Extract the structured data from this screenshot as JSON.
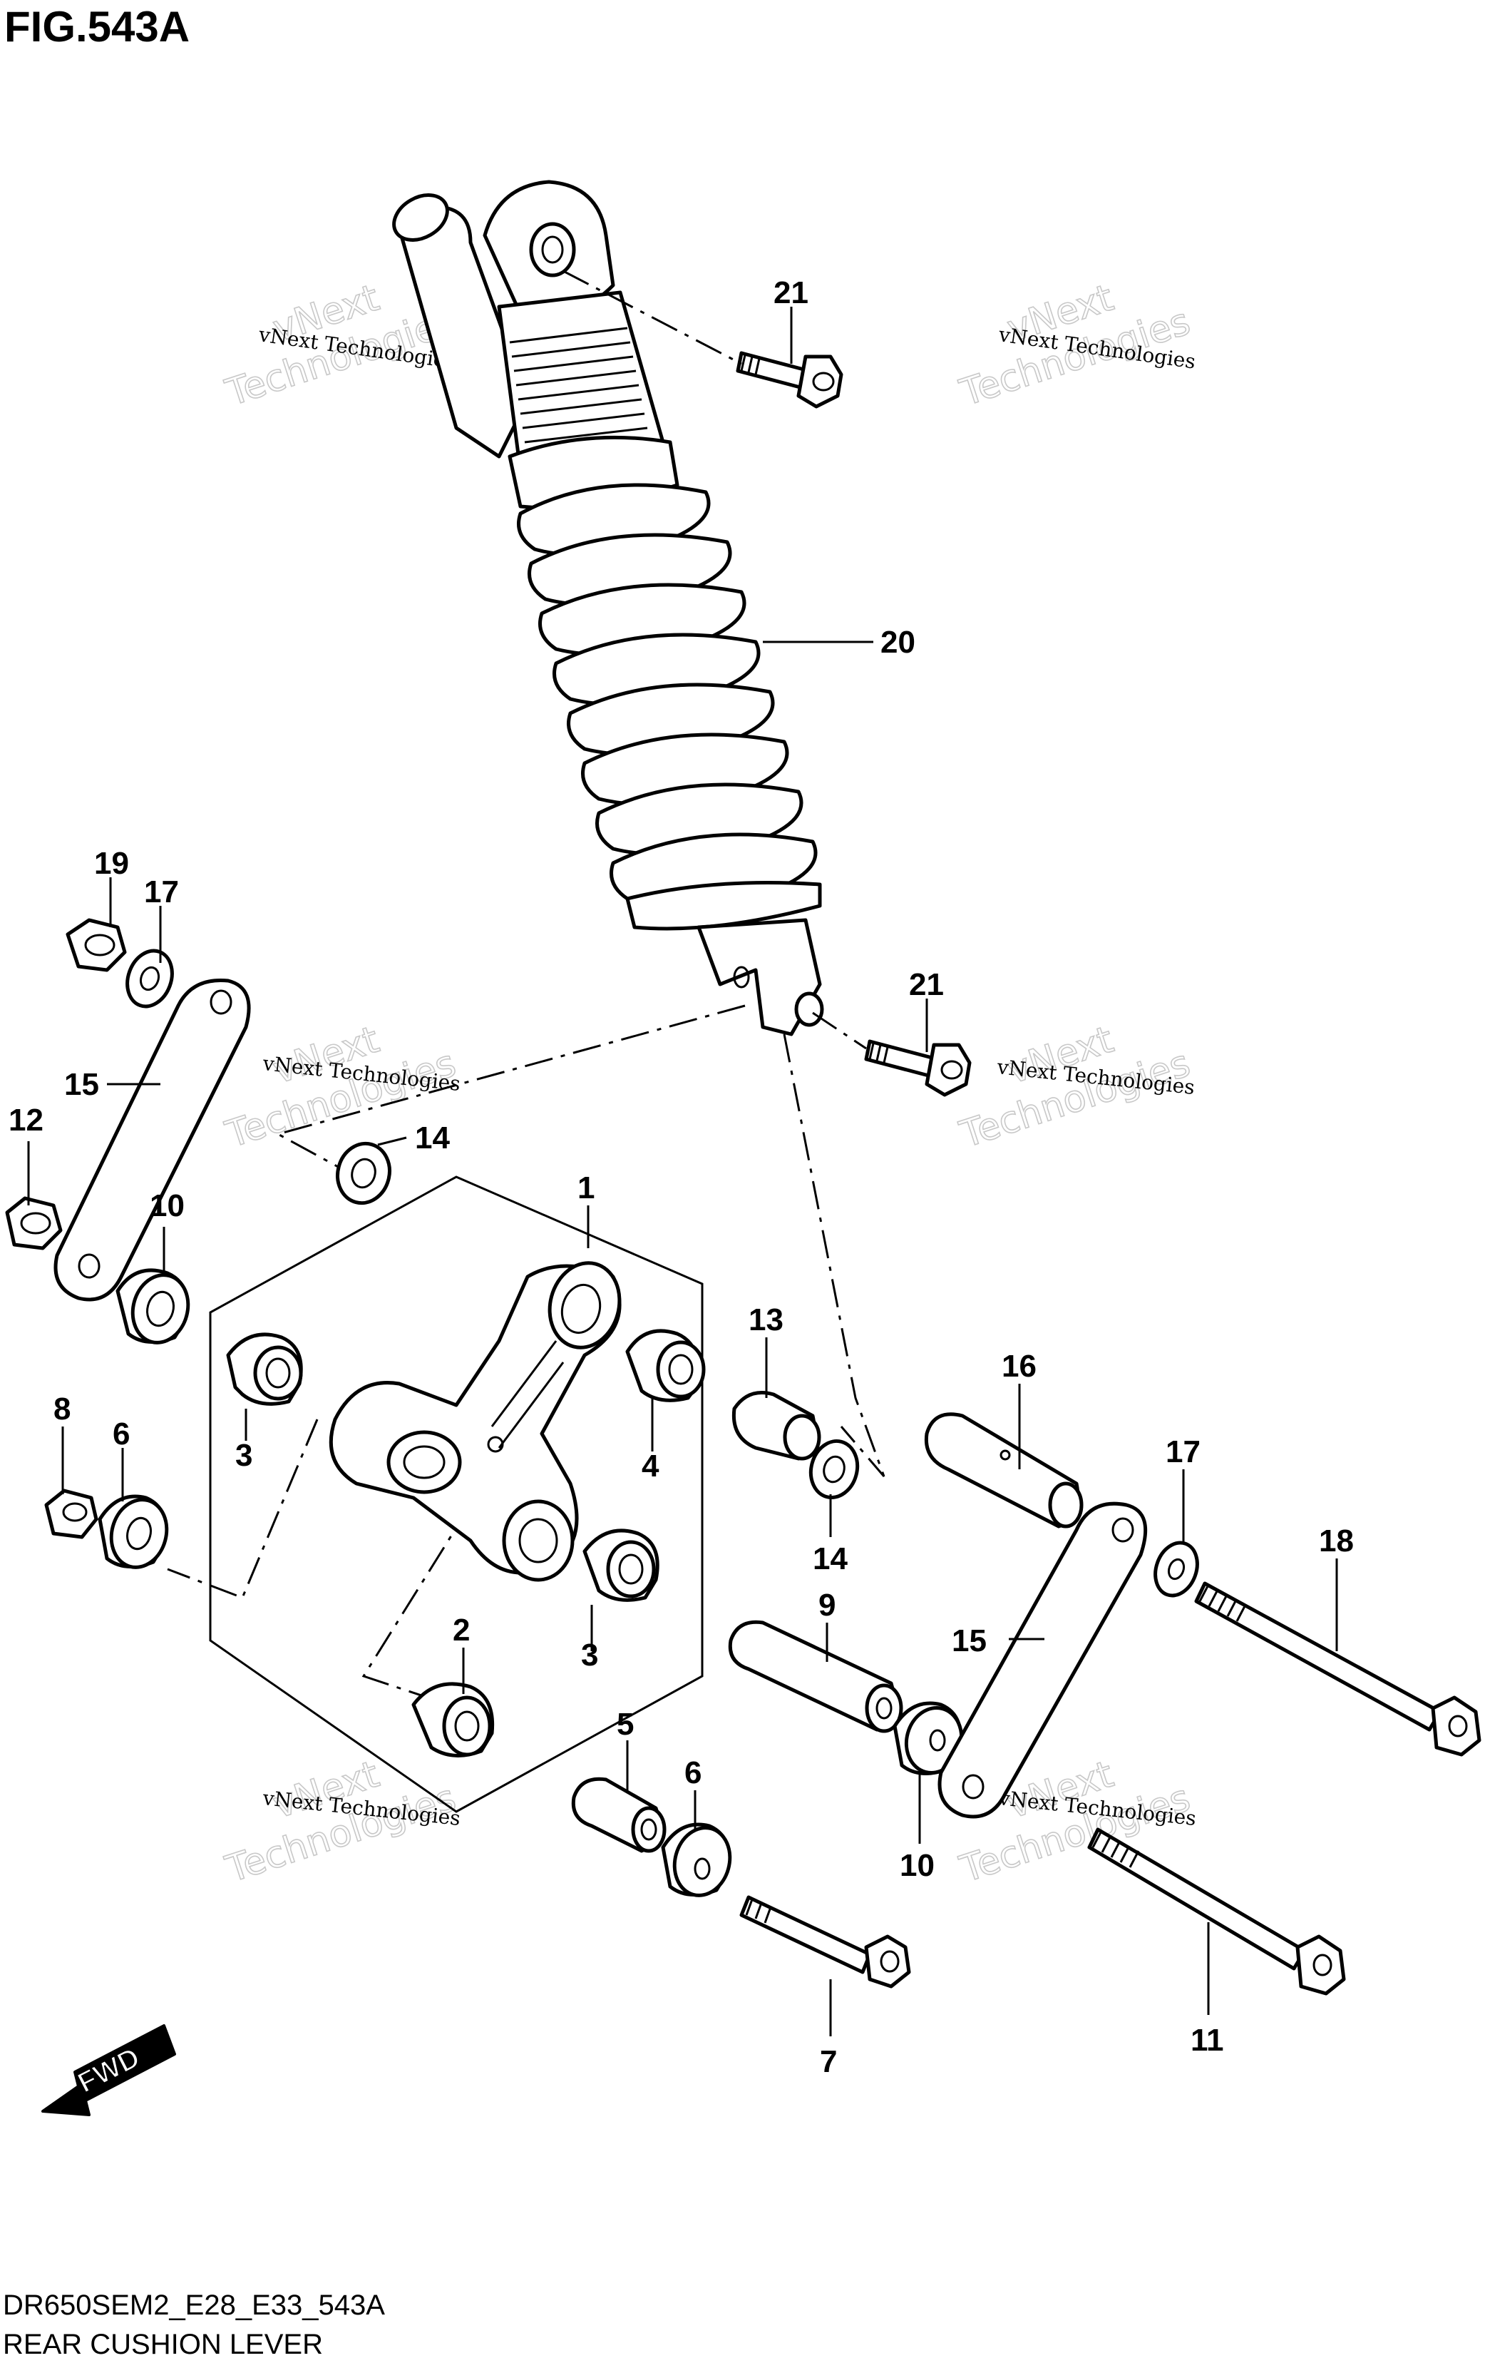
{
  "figure": {
    "title": "FIG.543A",
    "model_code": "DR650SEM2_E28_E33_543A",
    "caption": "REAR CUSHION LEVER",
    "fwd_label": "FWD"
  },
  "watermark": {
    "line": "vNext Technologies",
    "big_top": "vNext",
    "big_bottom": "Technologies"
  },
  "callouts": {
    "c1": "1",
    "c2": "2",
    "c3a": "3",
    "c3b": "3",
    "c4": "4",
    "c5": "5",
    "c6a": "6",
    "c6b": "6",
    "c7": "7",
    "c8": "8",
    "c9": "9",
    "c10a": "10",
    "c10b": "10",
    "c11": "11",
    "c12": "12",
    "c13": "13",
    "c14a": "14",
    "c14b": "14",
    "c15a": "15",
    "c15b": "15",
    "c16": "16",
    "c17a": "17",
    "c17b": "17",
    "c18": "18",
    "c19": "19",
    "c20": "20",
    "c21a": "21",
    "c21b": "21"
  }
}
